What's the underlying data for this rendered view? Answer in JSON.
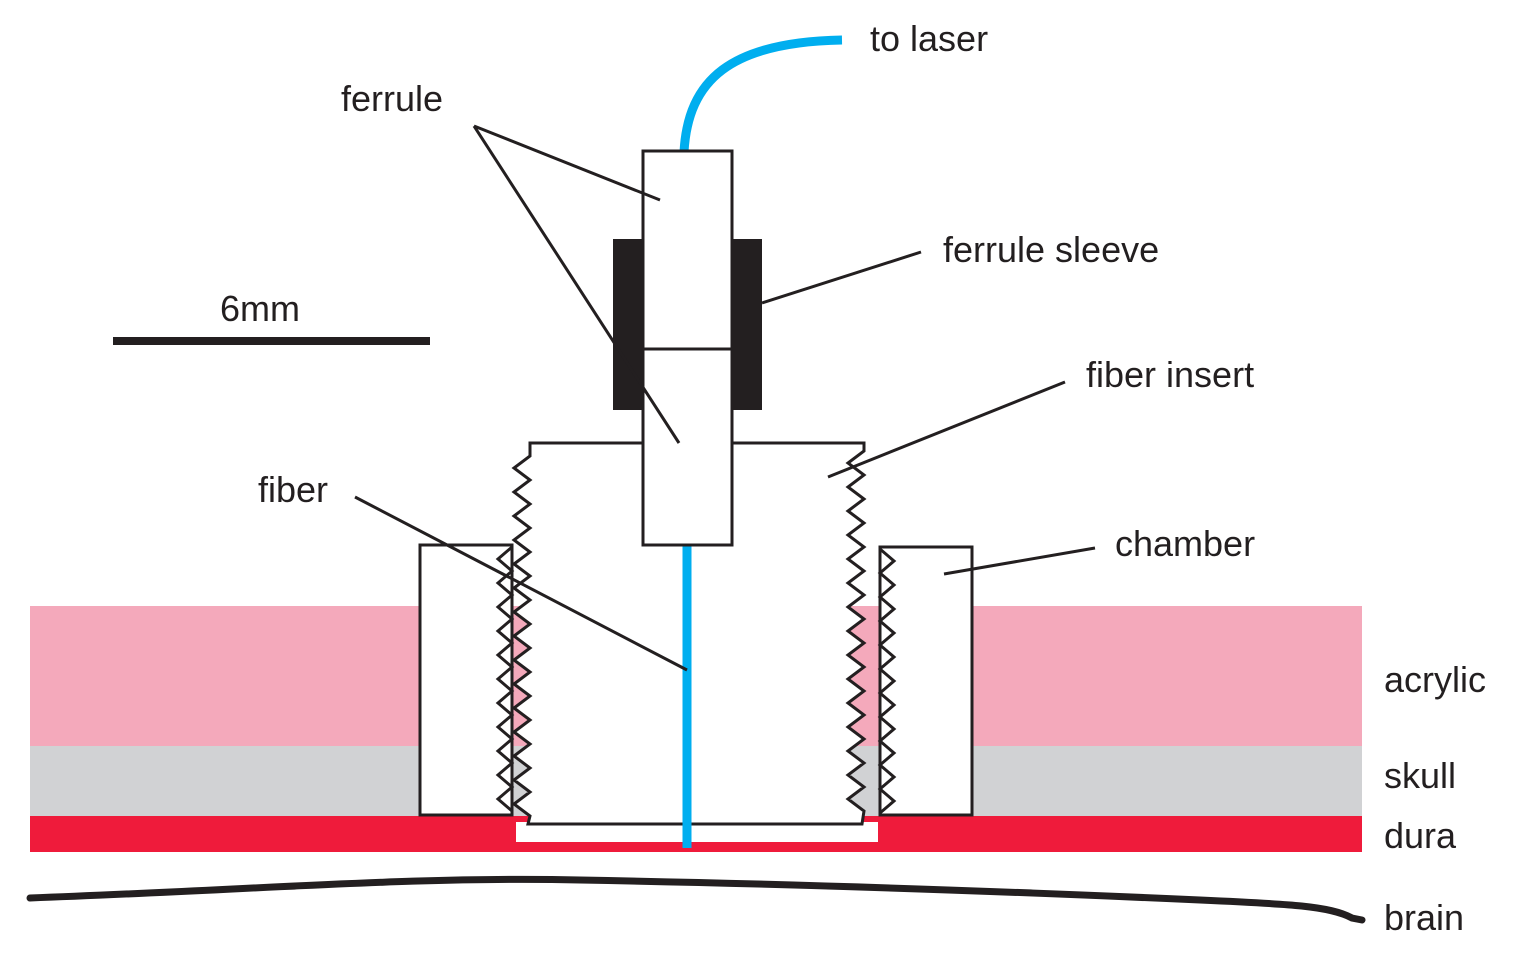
{
  "labels": {
    "to_laser": "to laser",
    "ferrule": "ferrule",
    "ferrule_sleeve": "ferrule sleeve",
    "scale": "6mm",
    "fiber_insert": "fiber insert",
    "fiber": "fiber",
    "chamber": "chamber",
    "acrylic": "acrylic",
    "skull": "skull",
    "dura": "dura",
    "brain": "brain"
  },
  "colors": {
    "acrylic": "#f4a9bb",
    "skull": "#d1d2d4",
    "dura": "#ef1b3b",
    "fiber": "#00aeef",
    "ink": "#231f20"
  }
}
